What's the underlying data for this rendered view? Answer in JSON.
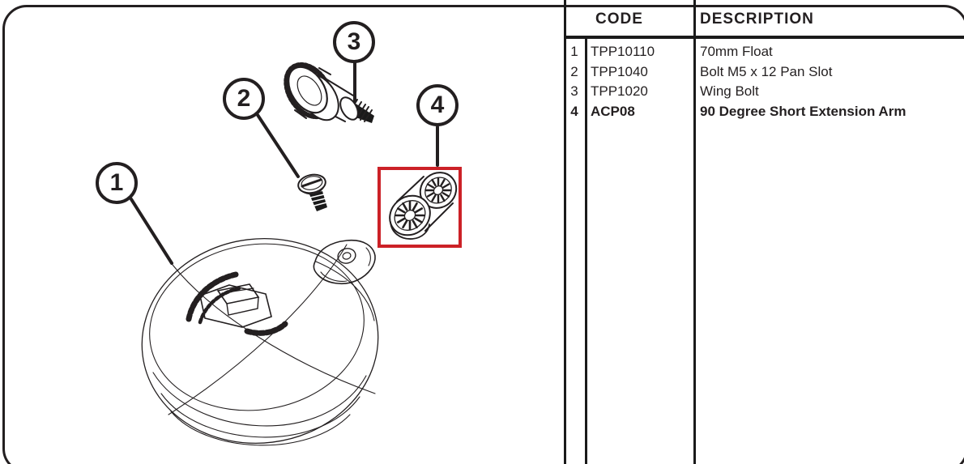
{
  "colors": {
    "line": "#231f20",
    "table_border": "#1a1a1a",
    "highlight_red": "#cc2127",
    "background": "#ffffff"
  },
  "callouts": [
    {
      "number": "1"
    },
    {
      "number": "2"
    },
    {
      "number": "3"
    },
    {
      "number": "4"
    }
  ],
  "highlight": {
    "around_callout": "4"
  },
  "table": {
    "headers": {
      "code": "CODE",
      "description": "DESCRIPTION"
    },
    "rows": [
      {
        "num": "1",
        "code": "TPP10110",
        "description": "70mm Float",
        "emphasis": false
      },
      {
        "num": "2",
        "code": "TPP1040",
        "description": "Bolt M5 x 12 Pan Slot",
        "emphasis": false
      },
      {
        "num": "3",
        "code": "TPP1020",
        "description": "Wing Bolt",
        "emphasis": false
      },
      {
        "num": "4",
        "code": "ACP08",
        "description": "90 Degree Short Extension Arm",
        "emphasis": true
      }
    ]
  }
}
